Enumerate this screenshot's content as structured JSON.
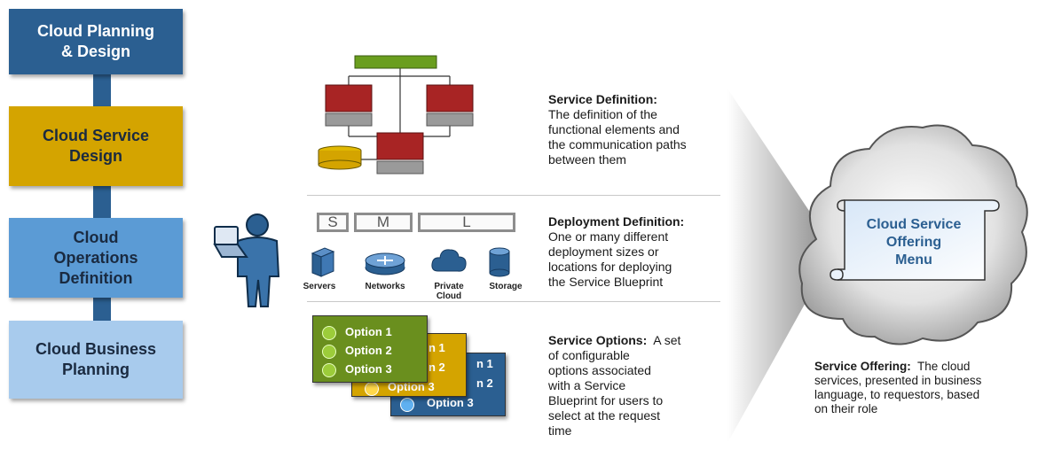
{
  "steps": [
    {
      "label_line1": "Cloud Planning",
      "label_line2": "& Design"
    },
    {
      "label_line1": "Cloud Service",
      "label_line2": "Design"
    },
    {
      "label_line1": "Cloud",
      "label_line2": "Operations",
      "label_line3": "Definition"
    },
    {
      "label_line1": "Cloud Business",
      "label_line2": "Planning"
    }
  ],
  "service_definition": {
    "title": "Service Definition:",
    "line1": "The definition of the",
    "line2": "functional elements and",
    "line3": "the communication  paths",
    "line4": "between them"
  },
  "deployment_definition": {
    "title": "Deployment Definition:",
    "line1": "One or many  different",
    "line2": "deployment sizes or",
    "line3": "locations for deploying",
    "line4": "the Service Blueprint"
  },
  "service_options": {
    "title": "Service Options:",
    "title_rest": "  A set",
    "line1": "of configurable",
    "line2": "options associated",
    "line3": "with a Service",
    "line4": "Blueprint for users to",
    "line5": "select at the request",
    "line6": "time"
  },
  "sizes": [
    "S",
    "M",
    "L"
  ],
  "resources": [
    {
      "label_line1": "Servers",
      "label_line2": ""
    },
    {
      "label_line1": "Networks",
      "label_line2": ""
    },
    {
      "label_line1": "Private",
      "label_line2": "Cloud"
    },
    {
      "label_line1": "Storage",
      "label_line2": ""
    }
  ],
  "option_cards": {
    "front": [
      "Option 1",
      "Option 2",
      "Option 3"
    ],
    "middle_partial": [
      "n 1",
      "n 2",
      "Option 3"
    ],
    "back_partial": [
      "n 1",
      "n 2",
      "Option 3"
    ]
  },
  "menu": {
    "line1": "Cloud Service",
    "line2": "Offering",
    "line3": "Menu"
  },
  "service_offering": {
    "title": "Service Offering:",
    "title_rest": "  The cloud",
    "line1": "services, presented in business",
    "line2": "language, to requestors, based",
    "line3": "on their role"
  },
  "colors": {
    "step1": "#2b5f91",
    "step2": "#d4a400",
    "step3": "#5b9bd5",
    "step4": "#9cc3e8",
    "red": "#a82424",
    "green": "#6a8f1e",
    "yellow": "#d4a400",
    "blue": "#2b5f91"
  }
}
